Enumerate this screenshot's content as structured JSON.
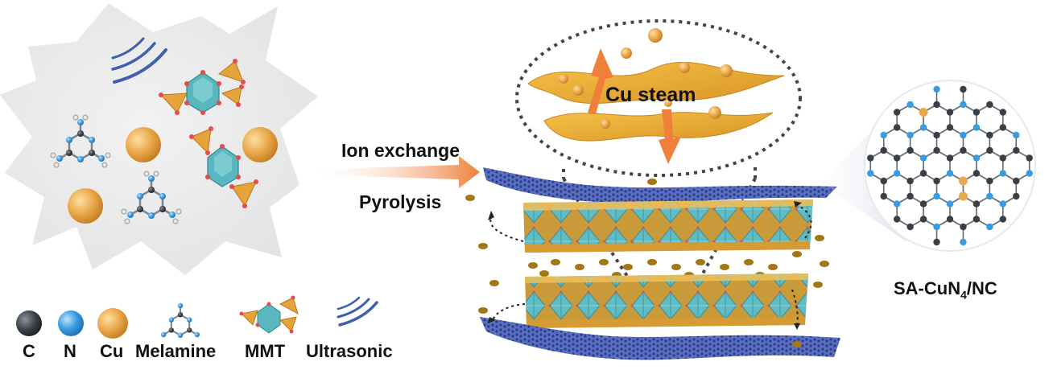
{
  "process": {
    "step1": "Ion exchange",
    "step2": "Pyrolysis"
  },
  "zoom_label": "Cu steam",
  "product": {
    "name_prefix": "SA-CuN",
    "subscript": "4",
    "name_suffix": "/NC"
  },
  "legend": {
    "items": [
      {
        "label": "C",
        "icon": "carbon-atom-icon"
      },
      {
        "label": "N",
        "icon": "nitrogen-atom-icon"
      },
      {
        "label": "Cu",
        "icon": "copper-atom-icon"
      },
      {
        "label": "Melamine",
        "icon": "melamine-molecule-icon"
      },
      {
        "label": "MMT",
        "icon": "mmt-structure-icon"
      },
      {
        "label": "Ultrasonic",
        "icon": "ultrasonic-wave-icon"
      }
    ]
  },
  "colors": {
    "carbon": "#3a3f45",
    "nitrogen": "#3a9be0",
    "copper": "#e8a543",
    "tetrahedron": "#e6a33a",
    "octahedron": "#59b8bf",
    "arrow": "#ef7f3a",
    "graphene": "#3b4fa8"
  }
}
